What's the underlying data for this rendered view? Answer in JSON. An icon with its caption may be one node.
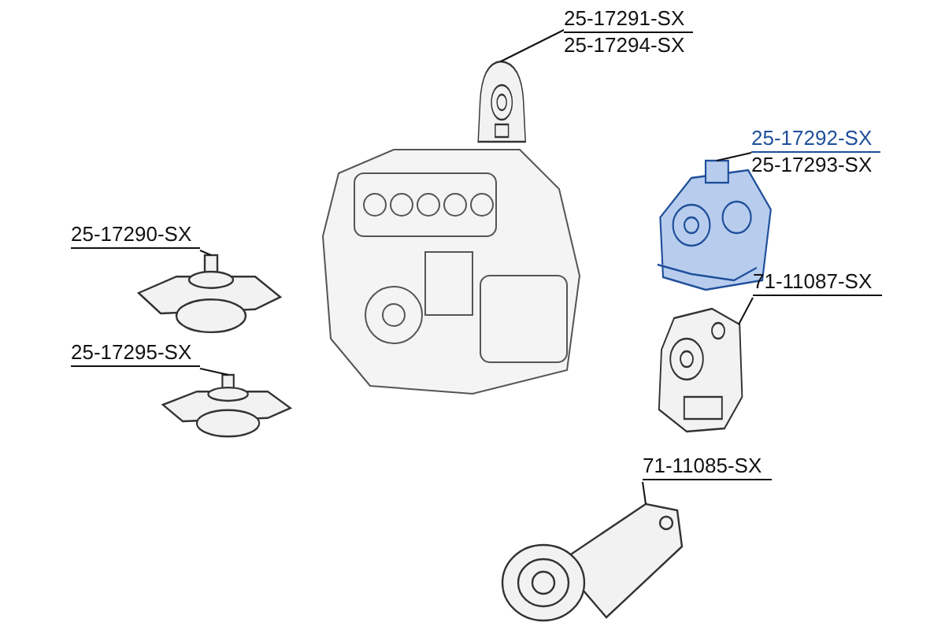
{
  "diagram": {
    "nodes": [
      {
        "text": [
          "25-17291-SX",
          "25-17294-SX"
        ]
      },
      {
        "text": [],
        "shape": "picture"
      },
      {
        "text": [
          "25-17292-SX",
          "25-17293-SX"
        ]
      },
      {
        "text": [],
        "shape": "picture"
      },
      {
        "text": [
          "25-17290-SX"
        ]
      },
      {
        "text": [],
        "shape": "picture"
      },
      {
        "text": [
          "25-17295-SX"
        ]
      },
      {
        "text": [],
        "shape": "picture"
      },
      {
        "text": [
          "71-11087-SX"
        ]
      },
      {
        "text": [],
        "shape": "picture"
      },
      {
        "text": [
          "71-11085-SX"
        ]
      },
      {
        "text": [],
        "shape": "picture"
      }
    ],
    "edges": [
      {
        "from": 0,
        "to": 1,
        "arrow": "none"
      },
      {
        "from": 2,
        "to": 3,
        "arrow": "none"
      },
      {
        "from": 4,
        "to": 5,
        "arrow": "none"
      },
      {
        "from": 6,
        "to": 7,
        "arrow": "none"
      },
      {
        "from": 8,
        "to": 9,
        "arrow": "none"
      },
      {
        "from": 10,
        "to": 11,
        "arrow": "none"
      }
    ]
  }
}
